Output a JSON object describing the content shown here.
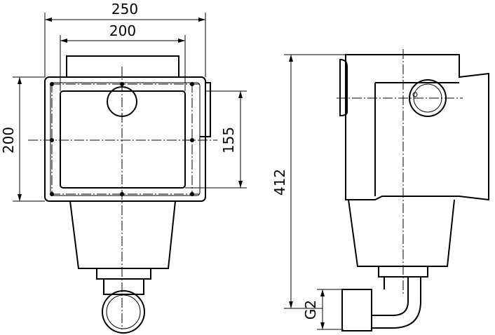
{
  "drawing": {
    "front_view": {
      "dim_width_outer": "250",
      "dim_width_inner": "200",
      "dim_height": "200",
      "dim_inlet_height": "155"
    },
    "side_view": {
      "dim_total_height": "412",
      "dim_thread": "G2"
    }
  }
}
